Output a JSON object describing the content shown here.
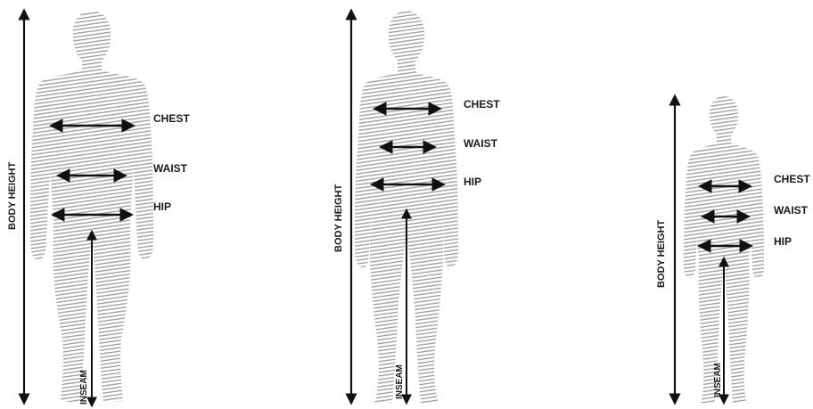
{
  "figures": [
    {
      "id": "man",
      "body_height_label": "BODY HEIGHT",
      "inseam_label": "INSEAM",
      "chest_label": "CHEST",
      "waist_label": "WAIST",
      "hip_label": "HIP"
    },
    {
      "id": "woman",
      "body_height_label": "BODY HEIGHT",
      "inseam_label": "INSEAM",
      "chest_label": "CHEST",
      "waist_label": "WAIST",
      "hip_label": "HIP"
    },
    {
      "id": "child",
      "body_height_label": "BODY HEIGHT",
      "inseam_label": "INSEAM",
      "chest_label": "CHEST",
      "waist_label": "WAIST",
      "hip_label": "HIP"
    }
  ],
  "colors": {
    "silhouette_line": "#9a9a9a",
    "arrow": "#111111",
    "label": "#1a1a1a"
  }
}
